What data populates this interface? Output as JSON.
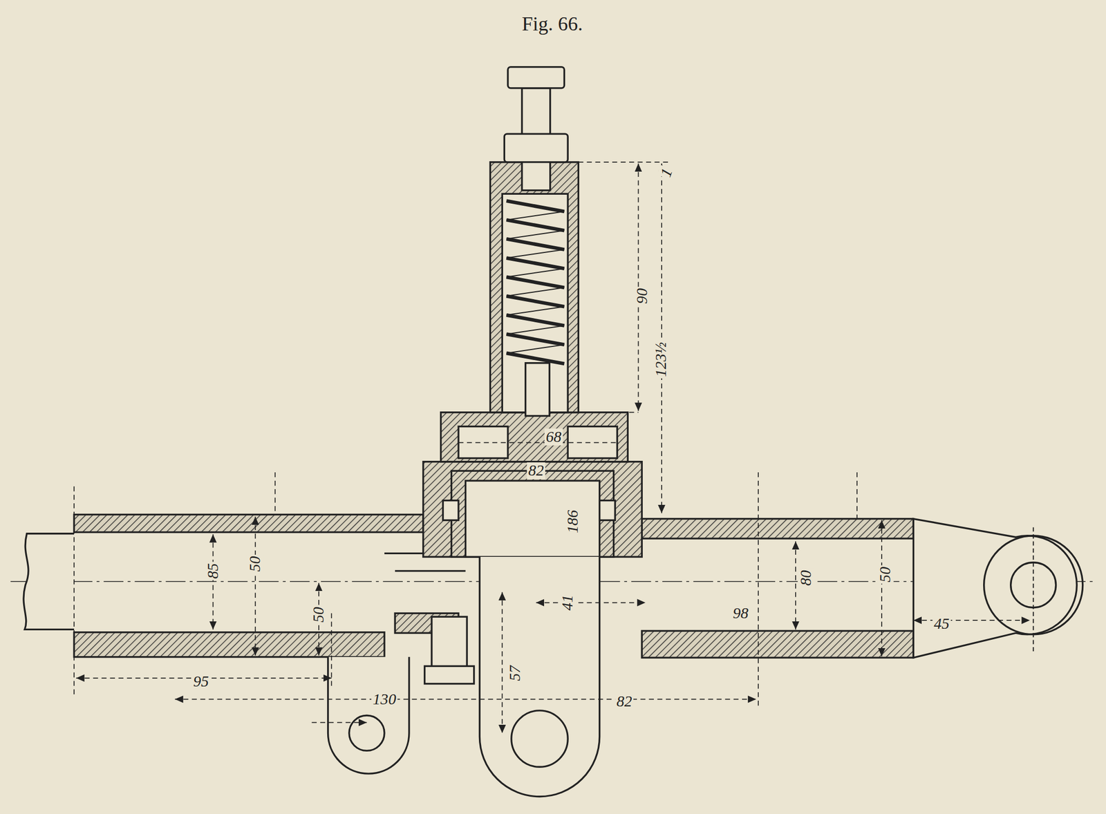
{
  "diagram": {
    "title": "Fig. 66.",
    "labels": [
      "1",
      "90",
      "123½",
      "68",
      "82",
      "186",
      "85",
      "50",
      "50",
      "41",
      "98",
      "80",
      "50",
      "45",
      "95",
      "130",
      "57",
      "82"
    ]
  }
}
